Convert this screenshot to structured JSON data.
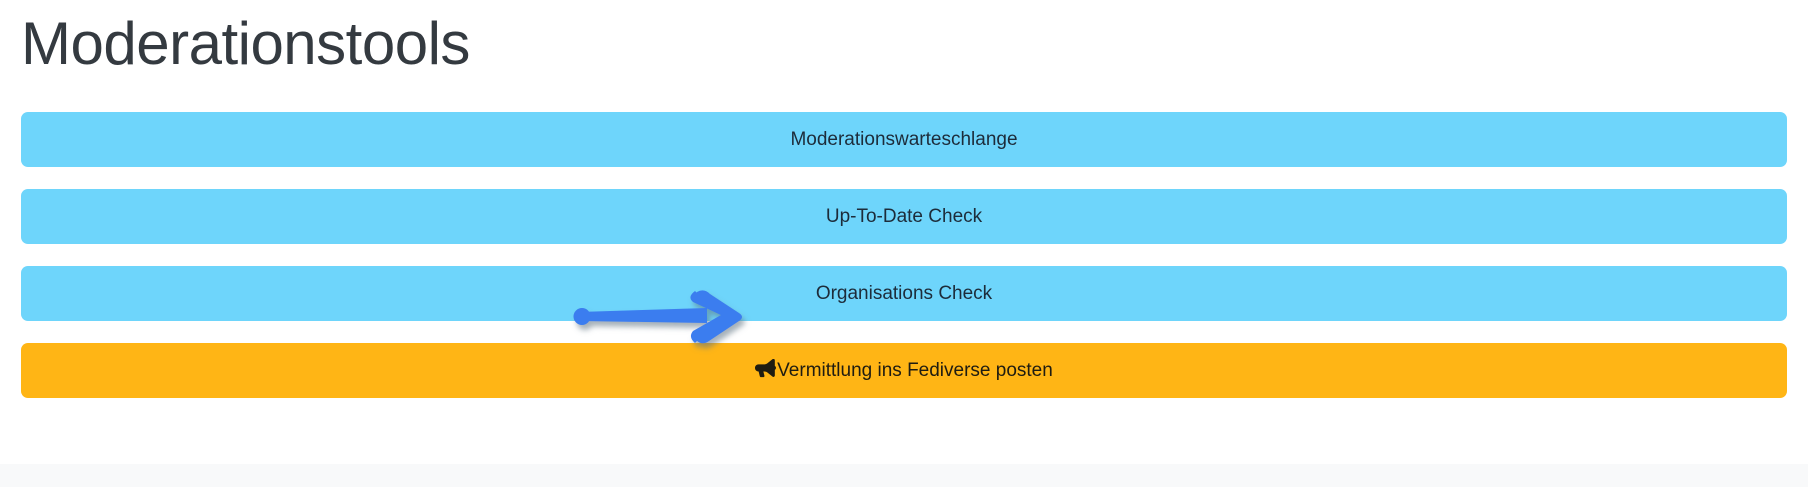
{
  "page": {
    "title": "Moderationstools",
    "title_color": "#343a40",
    "background": "#ffffff",
    "footer_background": "#f8f9fa"
  },
  "colors": {
    "info_button": "#6ed5fb",
    "warning_button": "#ffb515",
    "button_text": "#1d2c3a",
    "annotation_arrow": "#3b7def",
    "annotation_arrow_shadow": "#7a8ea0"
  },
  "buttons": [
    {
      "label": "Moderationswarteschlange",
      "variant": "info",
      "icon": null
    },
    {
      "label": "Up-To-Date Check",
      "variant": "info",
      "icon": null
    },
    {
      "label": "Organisations Check",
      "variant": "info",
      "icon": null
    },
    {
      "label": "Vermittlung ins Fediverse posten",
      "variant": "warning",
      "icon": "bullhorn-icon"
    }
  ],
  "annotation": {
    "type": "arrow",
    "direction": "right",
    "points_at": "Organisations Check"
  }
}
